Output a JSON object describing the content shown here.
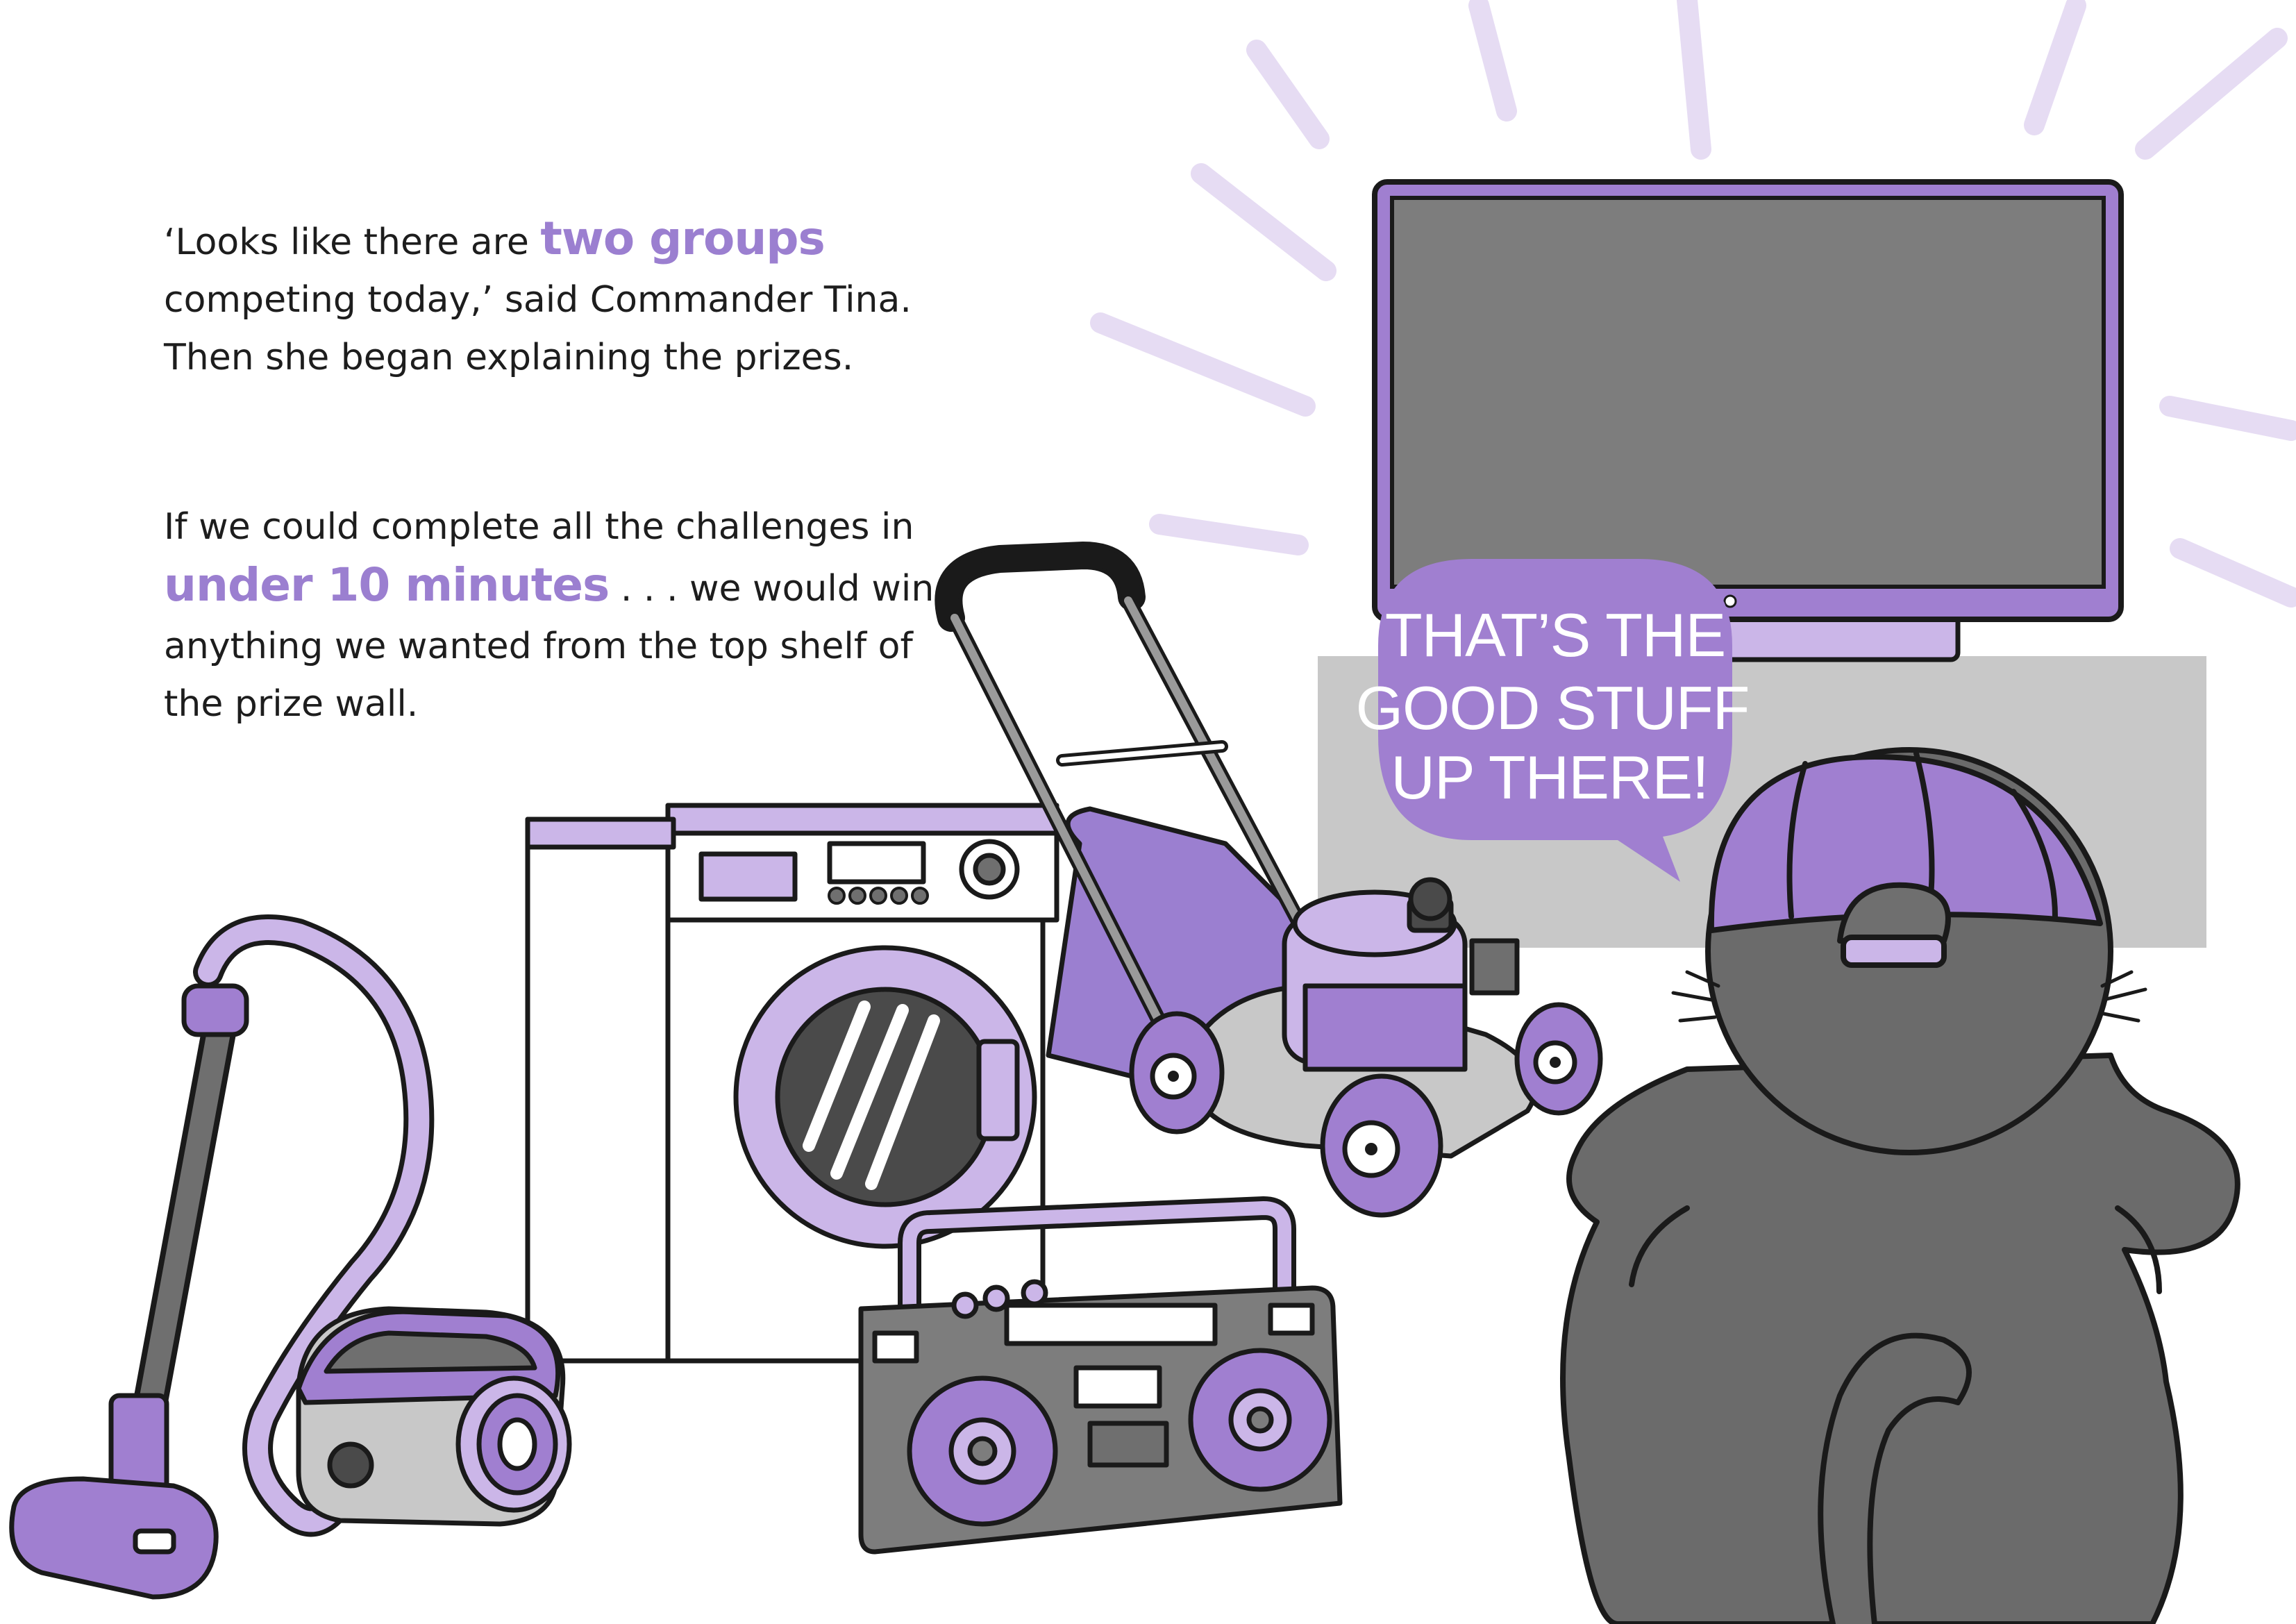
{
  "story": {
    "p1_before": "‘Looks like there are ",
    "p1_highlight": "two groups",
    "p1_after": " competing today,’ said Commander Tina. Then she began explaining the prizes.",
    "p2_before": "If we could complete all the challenges in ",
    "p2_highlight": "under 10 minutes",
    "p2_after": " . . . we would win anything we wanted from the top shelf of the prize wall."
  },
  "speech_bubble": {
    "line1": "THAT’S THE",
    "line2": "GOOD STUFF",
    "line3": "UP THERE!"
  },
  "colors": {
    "accent": "#9b7fd0",
    "purple_light": "#cbb6e8",
    "purple_mid": "#a07fd0",
    "purple_dark": "#7e5bbd",
    "gray_dark": "#6f6f6f",
    "gray_light": "#c8c8c8",
    "outline": "#1a1a1a"
  }
}
